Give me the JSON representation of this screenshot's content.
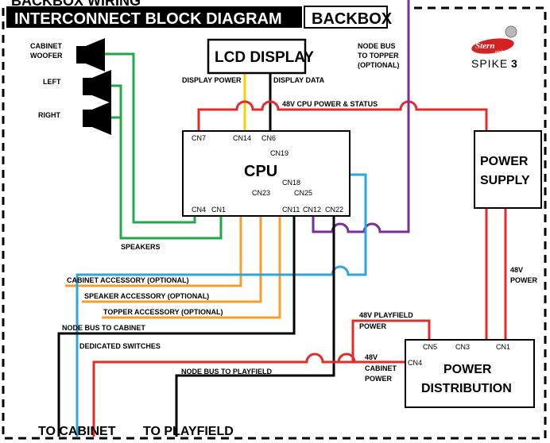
{
  "header": {
    "title": "INTERCONNECT BLOCK DIAGRAM",
    "badge": "BACKBOX",
    "cut_top_text": "BACKBOX WIRING"
  },
  "logo": {
    "brand": "Stern",
    "brand_sub": "pinball",
    "product": "SPIKE",
    "product_version": "3"
  },
  "blocks": {
    "lcd": "LCD DISPLAY",
    "cpu": "CPU",
    "power_supply_line1": "POWER",
    "power_supply_line2": "SUPPLY",
    "power_dist_line1": "POWER",
    "power_dist_line2": "DISTRIBUTION"
  },
  "speakers": {
    "woofer_line1": "CABINET",
    "woofer_line2": "WOOFER",
    "left": "LEFT",
    "right": "RIGHT"
  },
  "connectors": {
    "cn7": "CN7",
    "cn14": "CN14",
    "cn6": "CN6",
    "cn19": "CN19",
    "cn18": "CN18",
    "cn23": "CN23",
    "cn25": "CN25",
    "cn4": "CN4",
    "cn1": "CN1",
    "cn11": "CN11",
    "cn12": "CN12",
    "cn22": "CN22",
    "pd_cn5": "CN5",
    "pd_cn3": "CN3",
    "pd_cn1": "CN1",
    "pd_cn4": "CN4"
  },
  "wire_labels": {
    "display_power": "DISPLAY POWER",
    "display_data": "DISPLAY DATA",
    "cpu_power": "48V CPU POWER & STATUS",
    "node_topper_1": "NODE BUS",
    "node_topper_2": "TO TOPPER",
    "node_topper_3": "(OPTIONAL)",
    "speakers": "SPEAKERS",
    "cab_accessory": "CABINET ACCESSORY (OPTIONAL)",
    "spk_accessory": "SPEAKER ACCESSORY (OPTIONAL)",
    "top_accessory": "TOPPER ACCESSORY (OPTIONAL)",
    "node_cabinet": "NODE BUS TO CABINET",
    "dedicated": "DEDICATED SWITCHES",
    "node_playfield": "NODE BUS TO PLAYFIELD",
    "ps_48v_1": "48V",
    "ps_48v_2": "POWER",
    "pf_48v_1": "48V PLAYFIELD",
    "pf_48v_2": "POWER",
    "cab_48v_1": "48V",
    "cab_48v_2": "CABINET",
    "cab_48v_3": "POWER"
  },
  "destinations": {
    "cabinet": "TO CABINET",
    "playfield": "TO PLAYFIELD"
  },
  "colors": {
    "red": "#e32b2b",
    "green": "#22a84a",
    "yellow": "#f5d000",
    "purple": "#7b2d9a",
    "orange": "#f0a02e",
    "blue": "#2aa7dc",
    "black": "#000000"
  }
}
